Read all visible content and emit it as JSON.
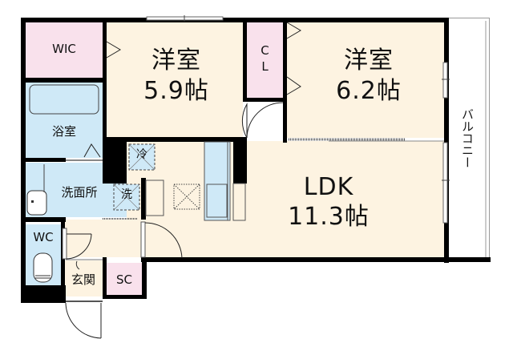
{
  "floor_plan": {
    "rooms": [
      {
        "id": "western-room-1",
        "name": "洋室",
        "size": "5.9帖"
      },
      {
        "id": "western-room-2",
        "name": "洋室",
        "size": "6.2帖"
      },
      {
        "id": "ldk",
        "name": "LDK",
        "size": "11.3帖"
      },
      {
        "id": "wic",
        "name": "WIC"
      },
      {
        "id": "closet",
        "name_line1": "C",
        "name_line2": "L"
      },
      {
        "id": "bathroom",
        "name": "浴室"
      },
      {
        "id": "washroom",
        "name": "洗面所"
      },
      {
        "id": "toilet",
        "name": "WC"
      },
      {
        "id": "entrance",
        "name": "玄関"
      },
      {
        "id": "shoe-closet",
        "name": "SC"
      },
      {
        "id": "balcony",
        "name": "バルコニー"
      }
    ],
    "fixtures": {
      "fridge_label": "冷",
      "washer_label": "洗"
    },
    "colors": {
      "living_floor": "#fdf3e1",
      "wet_area": "#cfe9f7",
      "closet": "#f9e1ec",
      "wall": "#000000",
      "balcony": "#ffffff"
    }
  }
}
